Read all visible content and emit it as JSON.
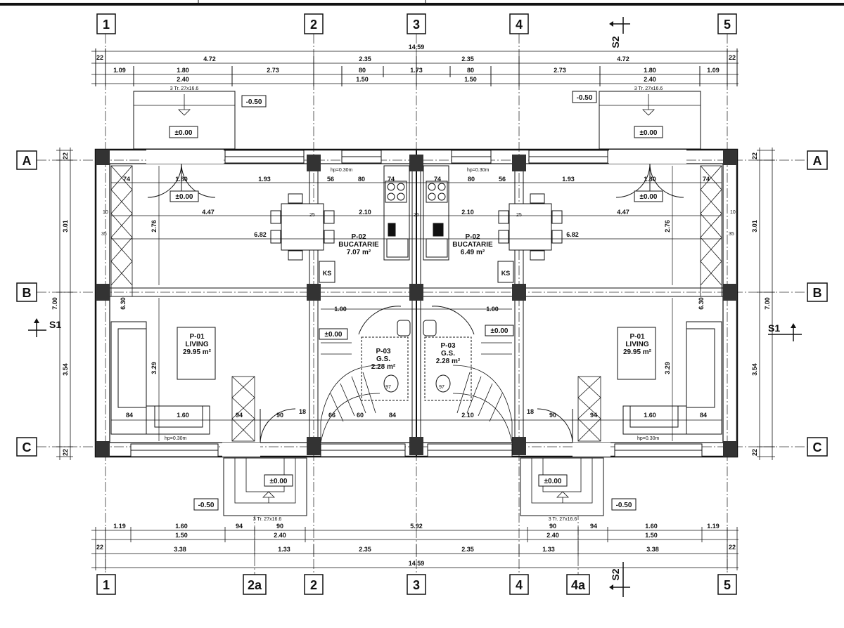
{
  "grid": {
    "cols_top": [
      "1",
      "2",
      "3",
      "4",
      "5"
    ],
    "cols_bottom": [
      "1",
      "2a",
      "2",
      "3",
      "4",
      "4a",
      "5"
    ],
    "rows": [
      "A",
      "B",
      "C"
    ]
  },
  "section_marks": {
    "s1": "S1",
    "s2": "S2"
  },
  "dims_top": {
    "overall": "14.59",
    "edge": "22",
    "row1": [
      "4.72",
      "2.35",
      "2.35",
      "4.72"
    ],
    "row2": [
      "1.09",
      "1.80",
      "2.73",
      "80",
      "1.73",
      "80",
      "2.73",
      "1.80",
      "1.09"
    ],
    "row2_sub": [
      "2.40",
      "1.50",
      "1.50",
      "2.40"
    ]
  },
  "dims_bottom": {
    "row1": [
      "1.19",
      "1.60",
      "94",
      "90",
      "5.92",
      "90",
      "94",
      "1.60",
      "1.19"
    ],
    "row1_sub": [
      "1.50",
      "2.40",
      "2.40",
      "1.50"
    ],
    "row2": [
      "3.38",
      "1.33",
      "2.35",
      "2.35",
      "1.33",
      "3.38"
    ],
    "overall": "14.59",
    "edge": "22"
  },
  "dims_side": {
    "top": "3.01",
    "total": "7.00",
    "bottom": "3.54",
    "edge": "22"
  },
  "stairs": {
    "label": "3 Tr. 27x16.6",
    "level_landing": "±0.00",
    "level_outside": "-0.50"
  },
  "rooms": [
    {
      "code": "P-01",
      "name": "LIVING",
      "area": "29.95 m²"
    },
    {
      "code": "P-02",
      "name": "BUCATARIE",
      "area": "7.07 m²"
    },
    {
      "code": "P-02",
      "name": "BUCATARIE",
      "area": "6.49 m²"
    },
    {
      "code": "P-03",
      "name": "G.S.",
      "area": "2.28 m²"
    },
    {
      "code": "P-03",
      "name": "G.S.",
      "area": "2.28 m²"
    },
    {
      "code": "P-01",
      "name": "LIVING",
      "area": "29.95 m²"
    }
  ],
  "interior_dims": {
    "d1": "1.80",
    "d2": "1.93",
    "d3": "56",
    "d4": "80",
    "d5": "74",
    "d6": "4.47",
    "d7": "2.10",
    "d8": "6.82",
    "d9": "2.76",
    "d10": "1.00",
    "d11": "6.30",
    "d12": "3.29",
    "d13": "84",
    "d14": "1.60",
    "d15": "94",
    "d16": "90",
    "d17": "18",
    "d18": "66",
    "d19": "60",
    "d20": "84",
    "d21": "2.10",
    "d22": "35",
    "d23": "25",
    "d24": "10",
    "hp": "hp=0.30m",
    "ks": "KS",
    "wc": "97"
  },
  "colors": {
    "line": "#111111",
    "wall": "#2a2a2a",
    "hatch": "#555555"
  }
}
